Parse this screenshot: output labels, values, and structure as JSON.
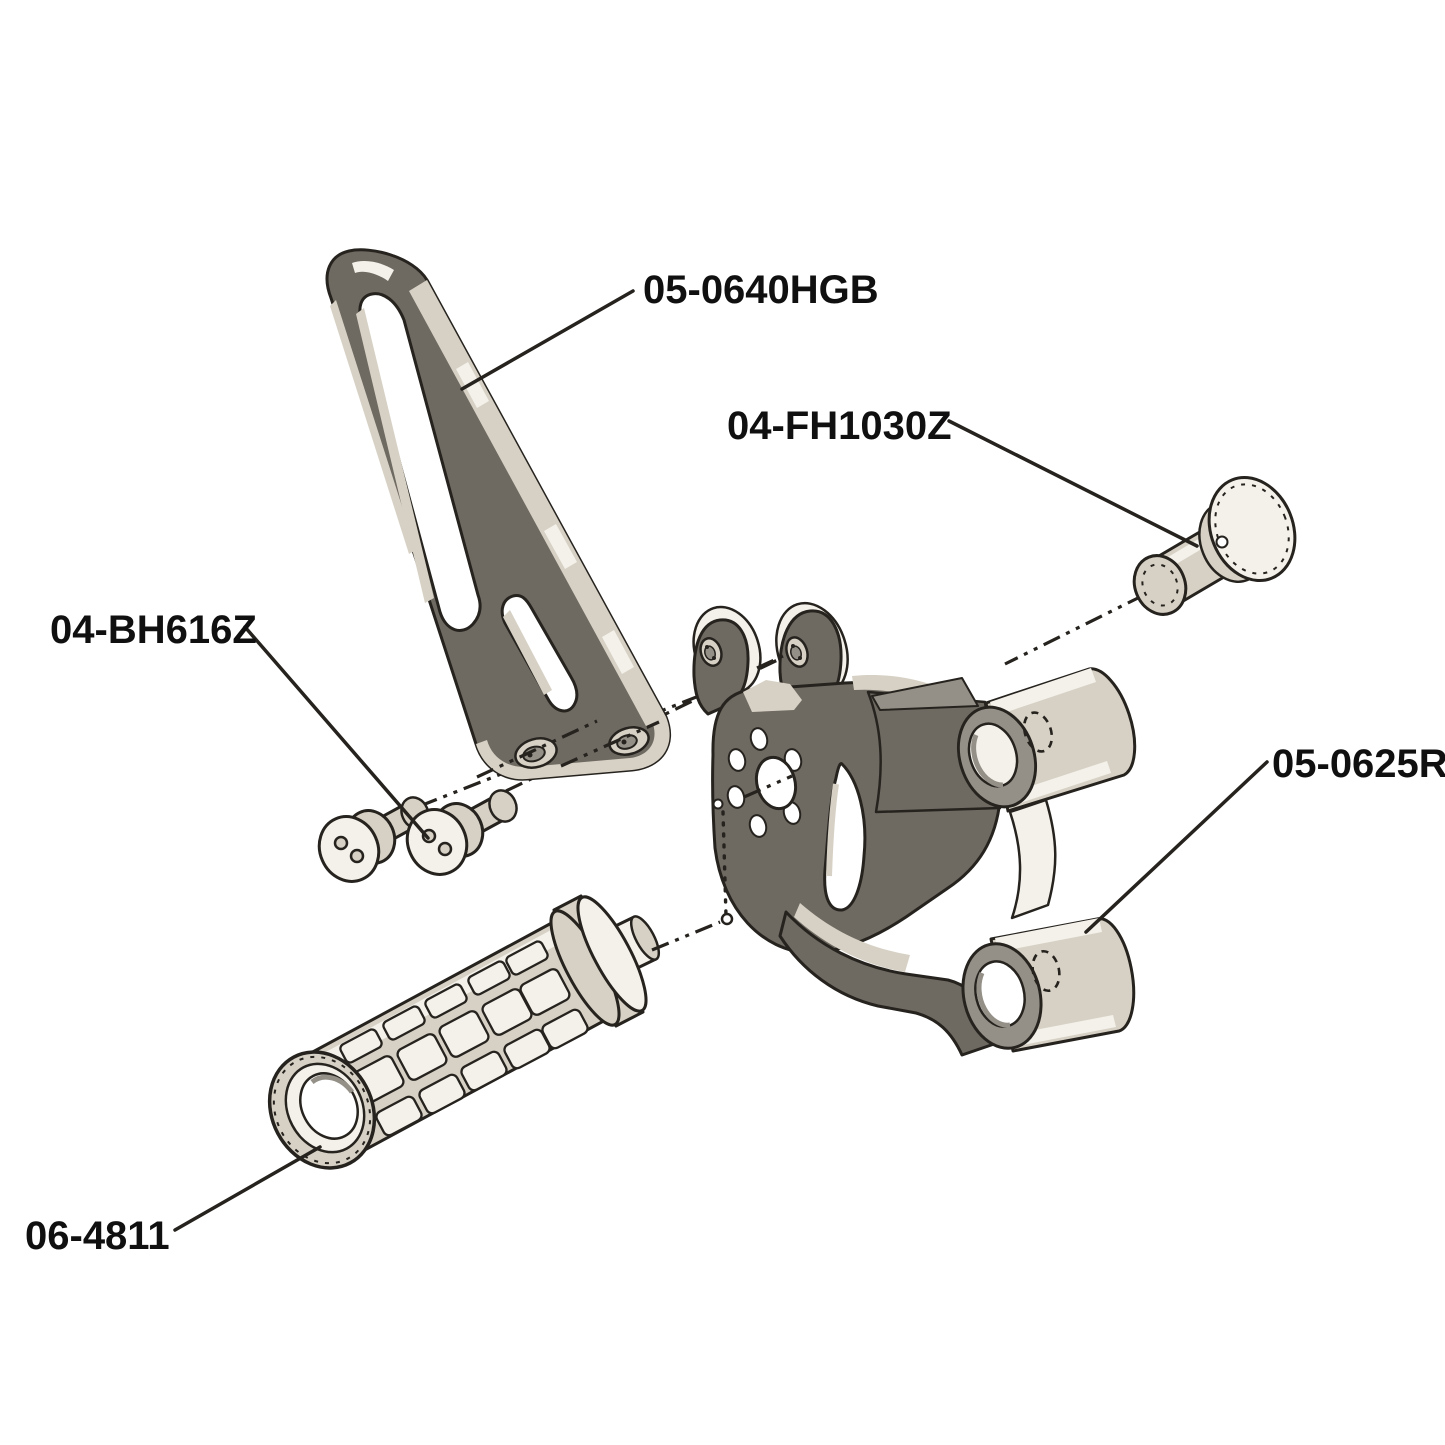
{
  "diagram": {
    "type": "exploded-parts-diagram",
    "parts": [
      {
        "id": "hanger-bracket",
        "label": "05-0640HGB"
      },
      {
        "id": "flathead-bolt",
        "label": "04-FH1030Z"
      },
      {
        "id": "buttonhead-bolts",
        "label": "04-BH616Z"
      },
      {
        "id": "pivot-bracket",
        "label": "05-0625R"
      },
      {
        "id": "footpeg",
        "label": "06-4811"
      }
    ],
    "colors": {
      "background": "#ffffff",
      "outline": "#26231f",
      "face_dark": "#6e6a62",
      "face_mid": "#949087",
      "edge_light": "#d7d1c5",
      "highlight": "#f3f1ea",
      "label_text": "#101010"
    }
  }
}
